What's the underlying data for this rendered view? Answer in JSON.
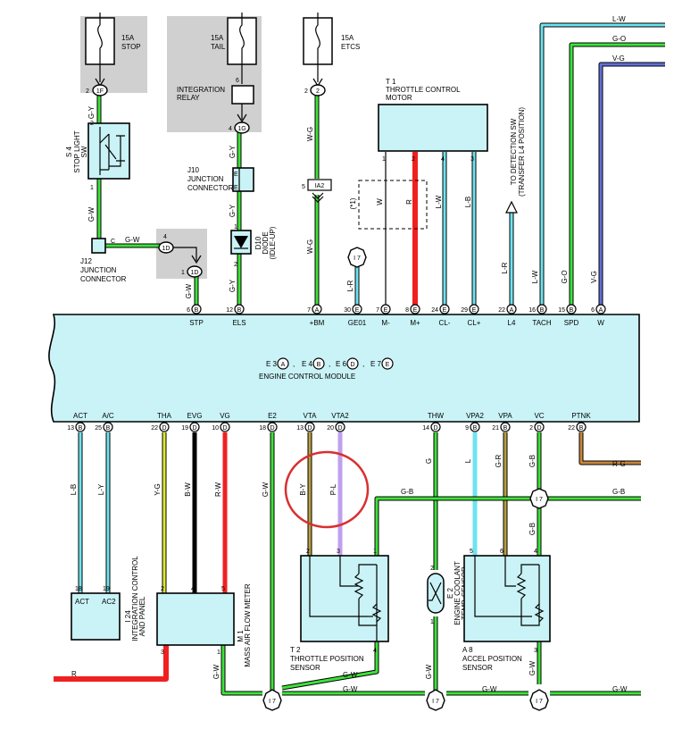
{
  "colors": {
    "green": "#3ee23a",
    "cyan": "#6ee3f0",
    "red": "#f02020",
    "yellow": "#dcea30",
    "black": "#000000",
    "purple": "#c0a0ec",
    "olive": "#b8a040",
    "blue_violet": "#6070d8",
    "brown": "#c8863a",
    "ecm_fill": "#c9f3f6",
    "gray_box": "#d0d0d0",
    "circle_annotation": "#d83030"
  },
  "fuses": {
    "stop": {
      "rating": "15A",
      "name": "STOP",
      "connector": "1F",
      "pin": "2"
    },
    "tail": {
      "rating": "15A",
      "name": "TAIL",
      "connector": "1G",
      "pin": "4",
      "pin_top": "6"
    },
    "etcs": {
      "rating": "15A",
      "name": "ETCS",
      "connector": "2",
      "pin": "2"
    }
  },
  "components": {
    "integration_relay": "INTEGRATION\nRELAY",
    "stop_light_sw_id": "S 4",
    "stop_light_sw": "STOP LIGHT\nSW",
    "j10_id": "J10",
    "j10": "JUNCTION\nCONNECTOR",
    "j12_id": "J12",
    "j12": "JUNCTION\nCONNECTOR",
    "d10_id": "D10",
    "d10": "DIODE\n(IDLE-UP)",
    "t1_id": "T 1",
    "t1": "THROTTLE CONTROL\nMOTOR",
    "transfer": "TO DETECTION SW\n(TRANSFER L4 POSITION)",
    "ecm_connectors": {
      "e3": "A",
      "e4": "B",
      "e6": "D",
      "e7": "E"
    },
    "ecm_connector_labels": [
      "E 3",
      "E 4",
      "E 6",
      "E 7"
    ],
    "ecm_name": "ENGINE CONTROL MODULE",
    "i24_id": "I 24",
    "i24": "INTEGRATION CONTROL\nAND PANEL",
    "m1_id": "M 1",
    "m1": "MASS AIR FLOW METER",
    "t2_id": "T 2",
    "t2": "THROTTLE POSITION\nSENSOR",
    "e2_id": "E 2",
    "e2": "ENGINE COOLANT\nTEMP. SENSOR",
    "a8_id": "A 8",
    "a8": "ACCEL POSITION\nSENSOR",
    "splice": "I 7",
    "ia2": "IA2",
    "star1": "(*1)"
  },
  "top_pins": [
    {
      "num": "6",
      "conn": "B",
      "name": "STP",
      "wire": "G-W"
    },
    {
      "num": "12",
      "conn": "B",
      "name": "ELS",
      "wire": "G-Y"
    },
    {
      "num": "7",
      "conn": "A",
      "name": "+BM",
      "wire": "W-G"
    },
    {
      "num": "30",
      "conn": "E",
      "name": "GE01",
      "wire": "L-R"
    },
    {
      "num": "7",
      "conn": "E",
      "name": "M-",
      "wire": "W"
    },
    {
      "num": "8",
      "conn": "E",
      "name": "M+",
      "wire": "R"
    },
    {
      "num": "24",
      "conn": "E",
      "name": "CL-",
      "wire": "L-W"
    },
    {
      "num": "29",
      "conn": "E",
      "name": "CL+",
      "wire": "L-B"
    },
    {
      "num": "22",
      "conn": "A",
      "name": "L4",
      "wire": "L-R"
    },
    {
      "num": "16",
      "conn": "B",
      "name": "TACH",
      "wire": "L-W"
    },
    {
      "num": "15",
      "conn": "B",
      "name": "SPD",
      "wire": "G-O"
    },
    {
      "num": "6",
      "conn": "A",
      "name": "W",
      "wire": "V-G"
    }
  ],
  "bottom_pins": [
    {
      "num": "13",
      "conn": "B",
      "name": "ACT",
      "wire": "L-B"
    },
    {
      "num": "25",
      "conn": "B",
      "name": "A/C",
      "wire": "L-Y"
    },
    {
      "num": "22",
      "conn": "D",
      "name": "THA",
      "wire": "Y-G"
    },
    {
      "num": "19",
      "conn": "D",
      "name": "EVG",
      "wire": "B-W"
    },
    {
      "num": "10",
      "conn": "D",
      "name": "VG",
      "wire": "R-W"
    },
    {
      "num": "18",
      "conn": "D",
      "name": "E2",
      "wire": "G-W"
    },
    {
      "num": "13",
      "conn": "D",
      "name": "VTA",
      "wire": "B-Y"
    },
    {
      "num": "20",
      "conn": "D",
      "name": "VTA2",
      "wire": "P-L"
    },
    {
      "num": "14",
      "conn": "D",
      "name": "THW",
      "wire": "G"
    },
    {
      "num": "9",
      "conn": "B",
      "name": "VPA2",
      "wire": "L"
    },
    {
      "num": "21",
      "conn": "B",
      "name": "VPA",
      "wire": "G-R"
    },
    {
      "num": "2",
      "conn": "D",
      "name": "VC",
      "wire": "G-B"
    },
    {
      "num": "22",
      "conn": "B",
      "name": "PTNK",
      "wire": "R-G"
    }
  ],
  "wires": {
    "stop_out": "G-Y",
    "sw_out": "G-W",
    "j12_out": "G-W",
    "j12_c": "C",
    "tail_out": "G-Y",
    "diode_out": "G-Y",
    "etcs_out": "W-G",
    "ia2_out": "W-G",
    "right_lw": "L-W",
    "right_go": "G-O",
    "right_vg": "V-G",
    "red_left": "R",
    "bottom_gw": "G-W",
    "vc_gb": "G-B",
    "ptnk_rg": "R-G",
    "gb_bus": "G-B",
    "a8_gb": "G-B"
  },
  "pin_numbers": {
    "sw_top": "2",
    "sw_bot": "1",
    "j12_d4": "4",
    "j12_d1": "1",
    "j12_d_conn": "1D",
    "j12_d_top_conn": "1D",
    "j10_e1": "E",
    "j10_e2": "E",
    "d10_1": "1",
    "d10_2": "2",
    "ia2_5": "5",
    "t1_1": "1",
    "t1_2": "2",
    "t1_4": "4",
    "t1_3": "3",
    "i24_18": "18",
    "i24_19": "19",
    "m1_2": "2",
    "m1_4": "4",
    "m1_5": "5",
    "m1_3": "3",
    "m1_1": "1",
    "t2_2": "2",
    "t2_3": "3",
    "t2_1": "1",
    "t2_4": "4",
    "e2_2": "2",
    "e2_1": "1",
    "a8_5": "5",
    "a8_6": "6",
    "a8_4": "4",
    "a8_3": "3"
  },
  "icons": [
    "fuse-icon",
    "switch-icon",
    "diode-icon",
    "potentiometer-icon",
    "thermistor-icon",
    "ground-arrow-icon",
    "splice-icon"
  ]
}
